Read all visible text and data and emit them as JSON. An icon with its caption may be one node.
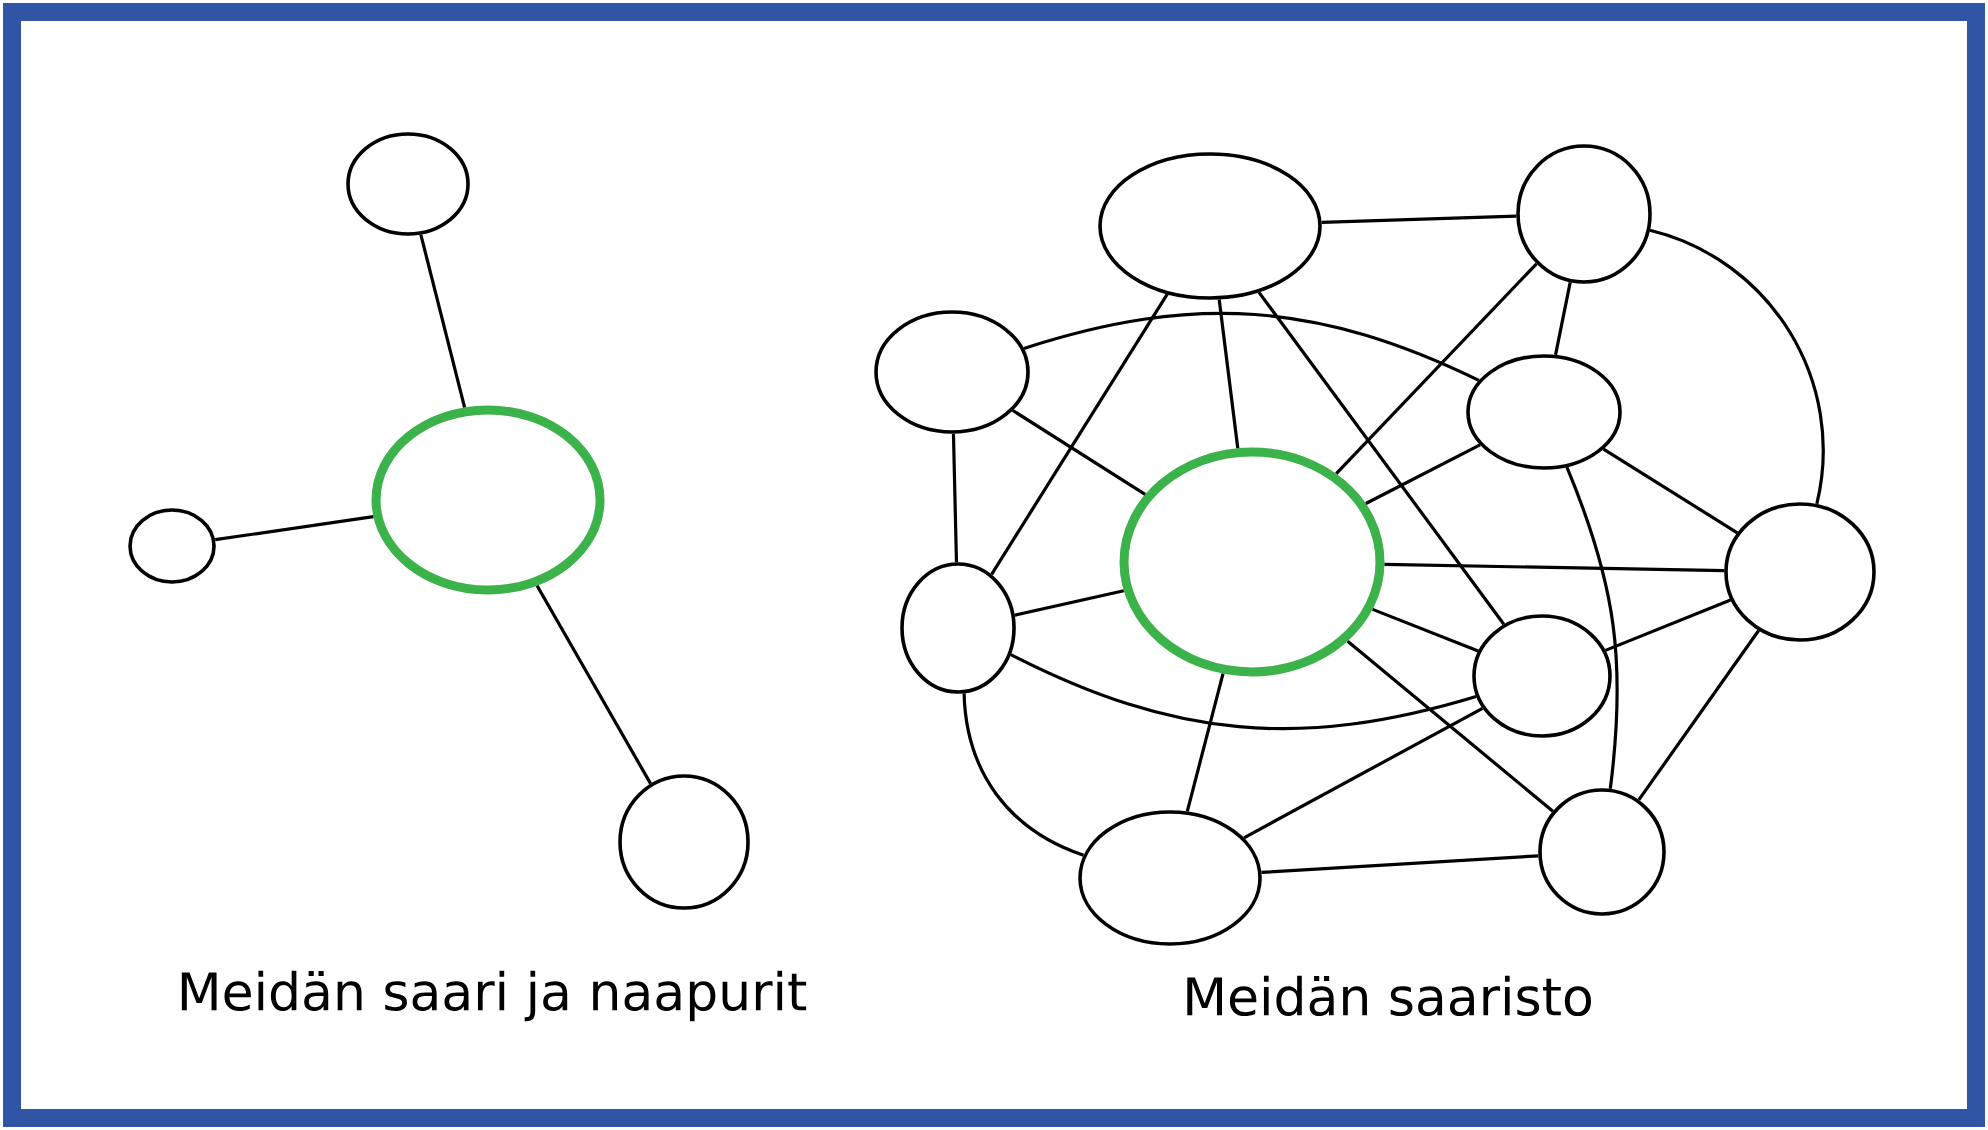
{
  "diagram": {
    "nodes": [
      {
        "text": [],
        "shape": "circle"
      },
      {
        "text": [],
        "shape": "circle"
      },
      {
        "text": [],
        "shape": "circle"
      },
      {
        "text": [],
        "shape": "circle"
      },
      {
        "text": [],
        "shape": "circle"
      },
      {
        "text": [],
        "shape": "circle"
      },
      {
        "text": [],
        "shape": "circle"
      },
      {
        "text": [],
        "shape": "circle"
      },
      {
        "text": [],
        "shape": "circle"
      },
      {
        "text": [],
        "shape": "circle"
      },
      {
        "text": [],
        "shape": "circle"
      },
      {
        "text": [],
        "shape": "circle"
      },
      {
        "text": [],
        "shape": "circle"
      },
      {
        "text": [],
        "shape": "circle"
      }
    ],
    "edges": [
      {
        "from": 0,
        "to": 1,
        "arrow": "none"
      },
      {
        "from": 2,
        "to": 1,
        "arrow": "none"
      },
      {
        "from": 1,
        "to": 3,
        "arrow": "none"
      },
      {
        "from": 4,
        "to": 5,
        "arrow": "none"
      },
      {
        "from": 4,
        "to": 8,
        "arrow": "none"
      },
      {
        "from": 4,
        "to": 10,
        "arrow": "none"
      },
      {
        "from": 4,
        "to": 11,
        "arrow": "none"
      },
      {
        "from": 5,
        "to": 8,
        "arrow": "none"
      },
      {
        "from": 5,
        "to": 7,
        "arrow": "none"
      },
      {
        "from": 5,
        "to": 9,
        "arrow": "none"
      },
      {
        "from": 6,
        "to": 7,
        "arrow": "none"
      },
      {
        "from": 6,
        "to": 8,
        "arrow": "none"
      },
      {
        "from": 6,
        "to": 10,
        "arrow": "none"
      },
      {
        "from": 7,
        "to": 8,
        "arrow": "none"
      },
      {
        "from": 7,
        "to": 9,
        "arrow": "none"
      },
      {
        "from": 7,
        "to": 13,
        "arrow": "none"
      },
      {
        "from": 8,
        "to": 9,
        "arrow": "none"
      },
      {
        "from": 8,
        "to": 11,
        "arrow": "none"
      },
      {
        "from": 8,
        "to": 12,
        "arrow": "none"
      },
      {
        "from": 8,
        "to": 13,
        "arrow": "none"
      },
      {
        "from": 10,
        "to": 8,
        "arrow": "none"
      },
      {
        "from": 9,
        "to": 11,
        "arrow": "none"
      },
      {
        "from": 9,
        "to": 13,
        "arrow": "none"
      },
      {
        "from": 10,
        "to": 11,
        "arrow": "none"
      },
      {
        "from": 10,
        "to": 12,
        "arrow": "none"
      },
      {
        "from": 11,
        "to": 12,
        "arrow": "none"
      },
      {
        "from": 12,
        "to": 13,
        "arrow": "none"
      }
    ],
    "labels": [
      "Meidän saari ja naapurit",
      "Meidän saaristo"
    ]
  }
}
